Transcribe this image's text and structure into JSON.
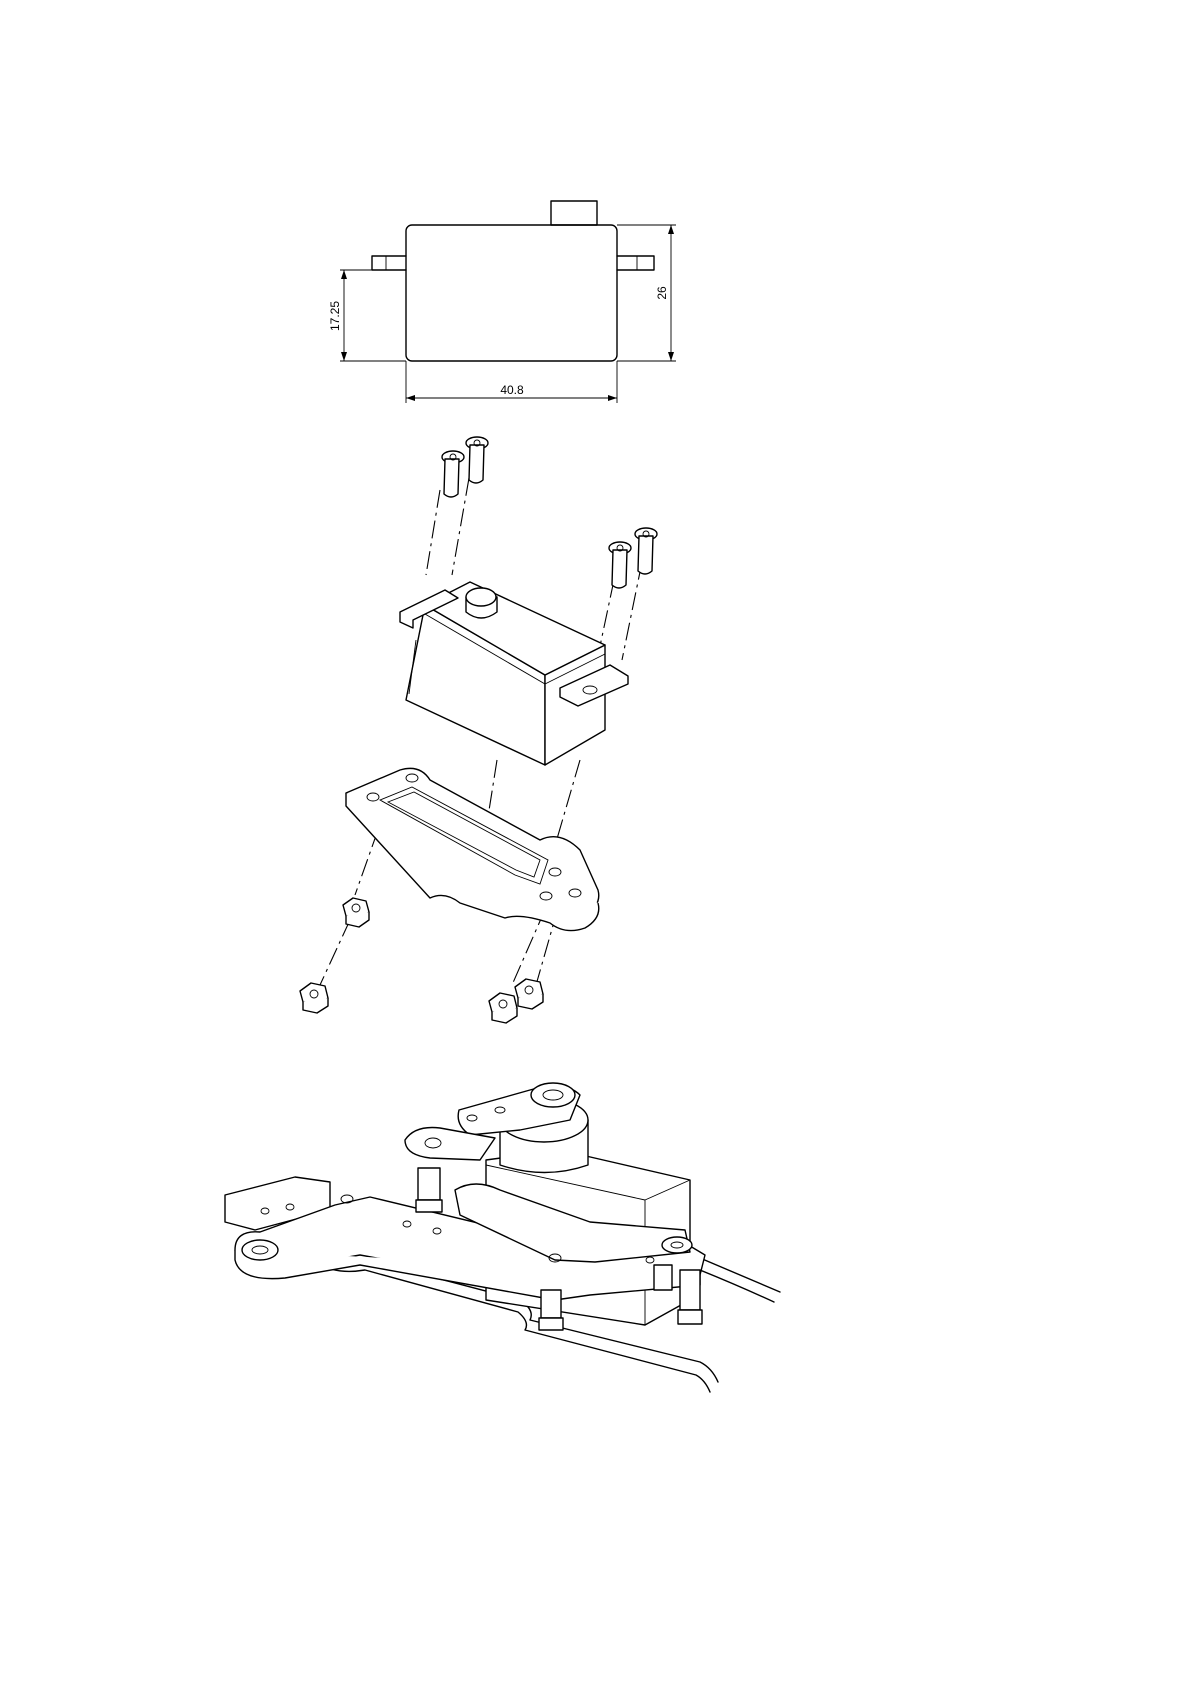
{
  "drawing": {
    "orthographic_view": {
      "dimensions": {
        "width": "40.8",
        "height": "26",
        "mounting_tab_height": "17.25"
      }
    },
    "exploded_view": {
      "parts": [
        "servo",
        "mounting-plate",
        "screw",
        "screw",
        "screw",
        "screw",
        "nut",
        "nut",
        "nut",
        "nut"
      ]
    },
    "assembled_view": {}
  }
}
